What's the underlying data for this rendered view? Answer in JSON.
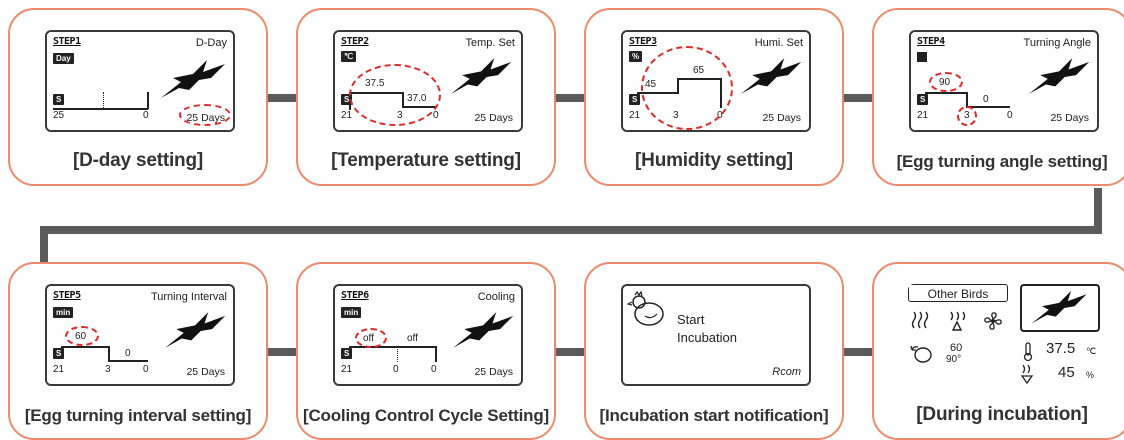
{
  "steps": [
    {
      "step": "STEP1",
      "title": "D-Day",
      "badge": "Day",
      "s": "S",
      "left": "25",
      "right": "0",
      "days": "25 Days",
      "caption": "[D-day setting]"
    },
    {
      "step": "STEP2",
      "title": "Temp. Set",
      "unit": "℃",
      "s": "S",
      "v1": "37.5",
      "v2": "37.0",
      "left": "21",
      "mid": "3",
      "right": "0",
      "days": "25 Days",
      "caption": "[Temperature setting]"
    },
    {
      "step": "STEP3",
      "title": "Humi. Set",
      "unit": "%",
      "s": "S",
      "v1": "45",
      "v2": "65",
      "left": "21",
      "mid": "3",
      "right": "0",
      "days": "25 Days",
      "caption": "[Humidity setting]"
    },
    {
      "step": "STEP4",
      "title": "Turning Angle",
      "s": "S",
      "v1": "90",
      "v2": "0",
      "left": "21",
      "mid": "3",
      "right": "0",
      "days": "25 Days",
      "caption": "[Egg turning angle setting]"
    },
    {
      "step": "STEP5",
      "title": "Turning Interval",
      "badge": "min",
      "s": "S",
      "v1": "60",
      "v2": "0",
      "left": "21",
      "mid": "3",
      "right": "0",
      "days": "25 Days",
      "caption": "[Egg turning interval setting]"
    },
    {
      "step": "STEP6",
      "title": "Cooling",
      "badge": "min",
      "s": "S",
      "v1": "off",
      "v2": "off",
      "left": "21",
      "mid": "0",
      "right": "0",
      "days": "25 Days",
      "caption": "[Cooling Control Cycle Setting]"
    }
  ],
  "start": {
    "line1": "Start",
    "line2": "Incubation",
    "brand": "Rcom",
    "caption": "[Incubation start notification]"
  },
  "during": {
    "bird_type": "Other Birds",
    "temp": "37.5",
    "temp_unit": "℃",
    "hum": "45",
    "hum_unit": "%",
    "turn_interval": "60",
    "turn_angle": "90°",
    "caption": "[During incubation]"
  },
  "colors": {
    "card_border": "#ec8a6c",
    "connector": "#5b5b5b",
    "highlight": "#e02a2a"
  }
}
